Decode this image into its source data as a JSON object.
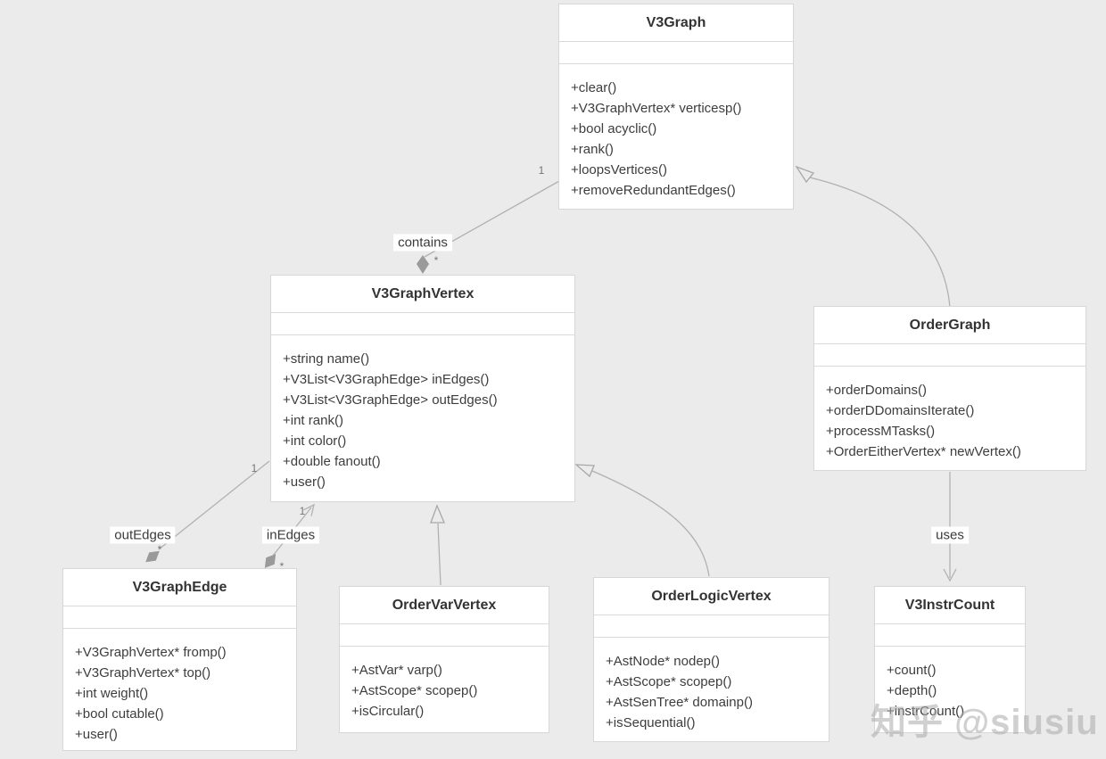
{
  "diagram": {
    "type": "uml-class-diagram",
    "background_color": "#ebebeb",
    "box_color": "#ffffff",
    "line_color": "#b1b1b1",
    "watermark": "知乎 @siusiu",
    "classes": [
      {
        "name": "V3Graph",
        "attributes": [],
        "methods": [
          "+clear()",
          "+V3GraphVertex* verticesp()",
          "+bool acyclic()",
          "+rank()",
          "+loopsVertices()",
          "+removeRedundantEdges()"
        ]
      },
      {
        "name": "V3GraphVertex",
        "attributes": [],
        "methods": [
          "+string name()",
          "+V3List<V3GraphEdge> inEdges()",
          "+V3List<V3GraphEdge> outEdges()",
          "+int rank()",
          "+int color()",
          "+double fanout()",
          "+user()"
        ]
      },
      {
        "name": "OrderGraph",
        "attributes": [],
        "methods": [
          "+orderDomains()",
          "+orderDDomainsIterate()",
          "+processMTasks()",
          "+OrderEitherVertex* newVertex()"
        ]
      },
      {
        "name": "V3GraphEdge",
        "attributes": [],
        "methods": [
          "+V3GraphVertex* fromp()",
          "+V3GraphVertex* top()",
          "+int weight()",
          "+bool cutable()",
          "+user()"
        ]
      },
      {
        "name": "OrderVarVertex",
        "attributes": [],
        "methods": [
          "+AstVar* varp()",
          "+AstScope* scopep()",
          "+isCircular()"
        ]
      },
      {
        "name": "OrderLogicVertex",
        "attributes": [],
        "methods": [
          "+AstNode* nodep()",
          "+AstScope* scopep()",
          "+AstSenTree* domainp()",
          "+isSequential()"
        ]
      },
      {
        "name": "V3InstrCount",
        "attributes": [],
        "methods": [
          "+count()",
          "+depth()",
          "+instrCount()"
        ]
      }
    ],
    "relationships": {
      "contains": {
        "label": "contains",
        "from": "V3Graph",
        "to": "V3GraphVertex",
        "kind": "aggregation",
        "source_mult": "1",
        "target_mult": "*"
      },
      "out_edges": {
        "label": "outEdges",
        "from": "V3GraphVertex",
        "to": "V3GraphEdge",
        "kind": "aggregation",
        "source_mult": "1",
        "target_mult": "*"
      },
      "in_edges": {
        "label": "inEdges",
        "from": "V3GraphVertex",
        "to": "V3GraphEdge",
        "kind": "aggregation",
        "source_mult": "1",
        "target_mult": "*"
      },
      "uses": {
        "label": "uses",
        "from": "OrderGraph",
        "to": "V3InstrCount",
        "kind": "dependency"
      },
      "inherit_ordergraph": {
        "from": "OrderGraph",
        "to": "V3Graph",
        "kind": "generalization"
      },
      "inherit_ordervarvertex": {
        "from": "OrderVarVertex",
        "to": "V3GraphVertex",
        "kind": "generalization"
      },
      "inherit_orderlogicvertex": {
        "from": "OrderLogicVertex",
        "to": "V3GraphVertex",
        "kind": "generalization"
      }
    }
  }
}
